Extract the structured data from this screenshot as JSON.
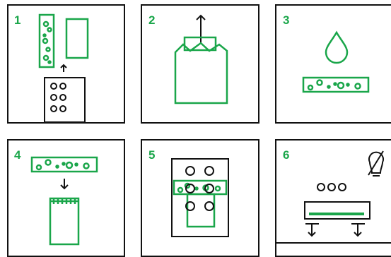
{
  "colors": {
    "accent": "#1aa64a",
    "ink": "#111111",
    "background": "#ffffff"
  },
  "steps": [
    {
      "number": "1"
    },
    {
      "number": "2"
    },
    {
      "number": "3"
    },
    {
      "number": "4"
    },
    {
      "number": "5"
    },
    {
      "number": "6"
    }
  ],
  "icons": [
    "up-arrow-icon",
    "down-arrow-icon",
    "water-drop-icon",
    "light-bulb-off-icon",
    "dot-grid-icon"
  ]
}
